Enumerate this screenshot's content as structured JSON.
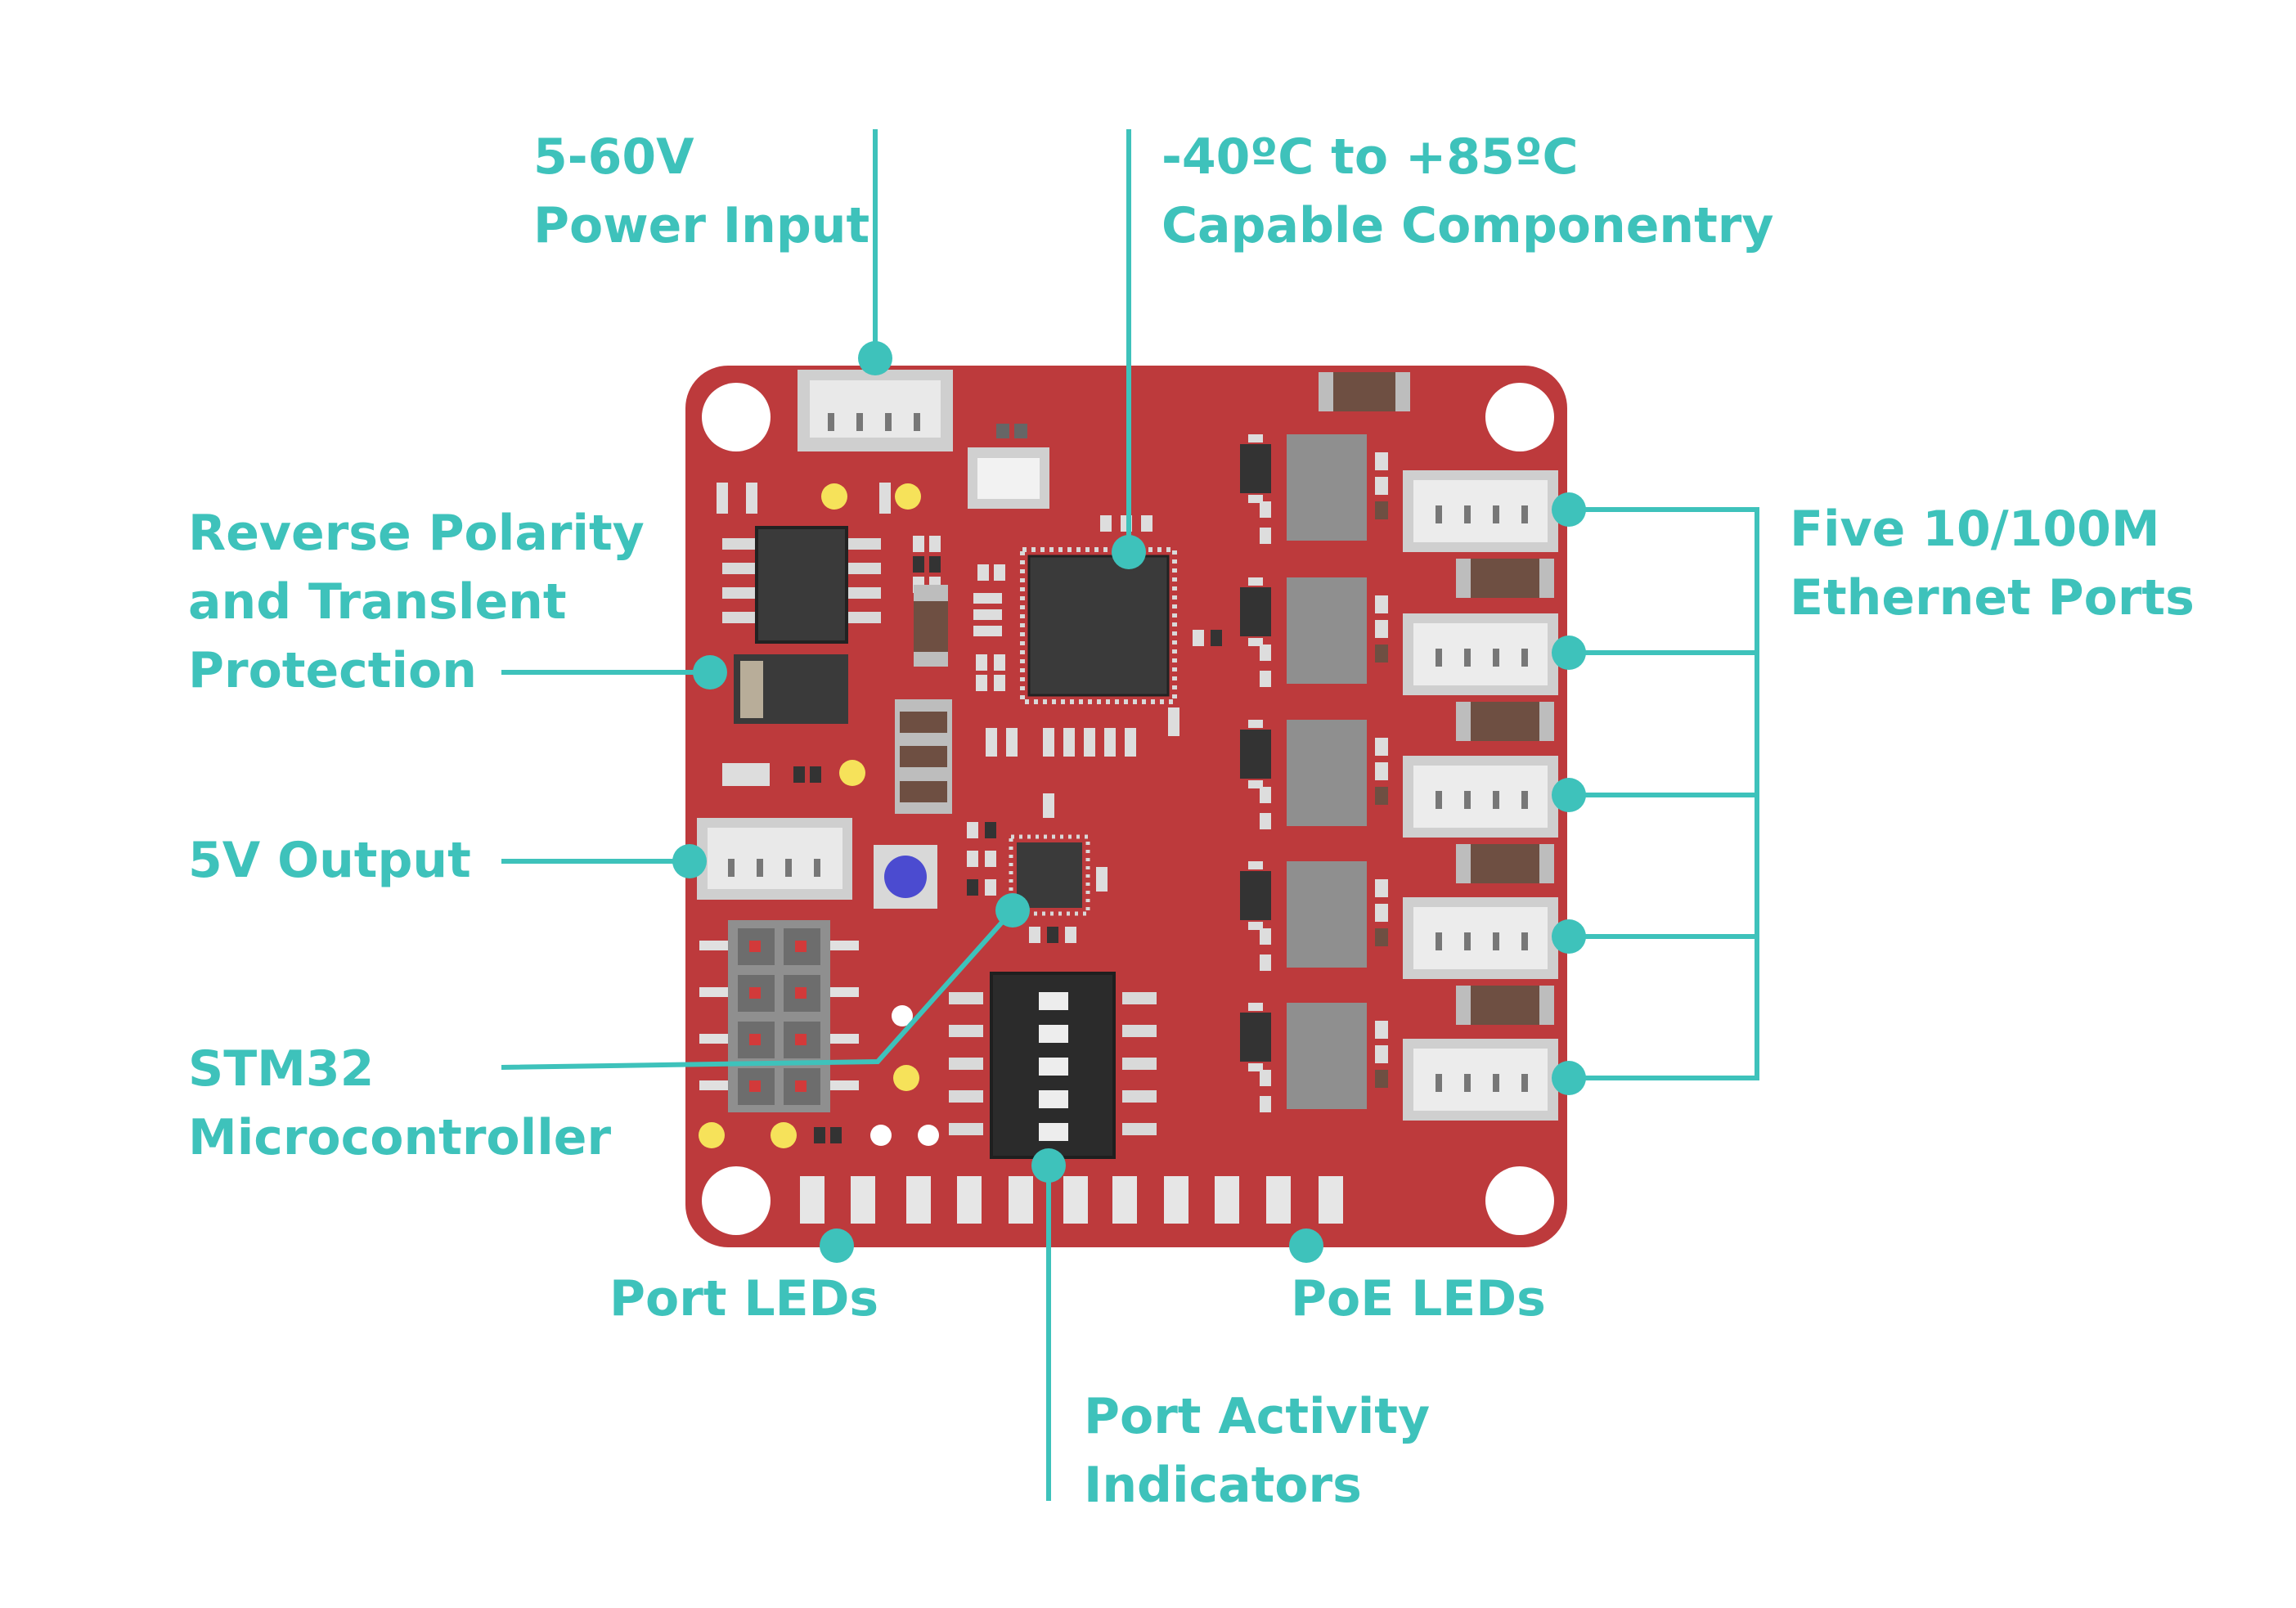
{
  "colors": {
    "accent": "#3ec2bb",
    "board": "#bd3a3c",
    "chip": "#3a3a3a",
    "connector": "#d8d8d8",
    "led_yellow": "#f6e25a",
    "button": "#4b4bd0"
  },
  "labels": {
    "power_input": {
      "line1": "5-60V",
      "line2": "Power Input"
    },
    "temperature": {
      "line1": "-40ºC to +85ºC",
      "line2": "Capable Componentry"
    },
    "reverse_polarity": {
      "line1": "Reverse Polarity",
      "line2": "and Translent",
      "line3": "Protection"
    },
    "ethernet": {
      "line1": "Five 10/100M",
      "line2": "Ethernet Ports"
    },
    "output_5v": {
      "line1": "5V Output"
    },
    "stm32": {
      "line1": "STM32",
      "line2": "Microcontroller"
    },
    "port_leds": {
      "line1": "Port LEDs"
    },
    "poe_leds": {
      "line1": "PoE LEDs"
    },
    "activity": {
      "line1": "Port Activity",
      "line2": "Indicators"
    }
  }
}
